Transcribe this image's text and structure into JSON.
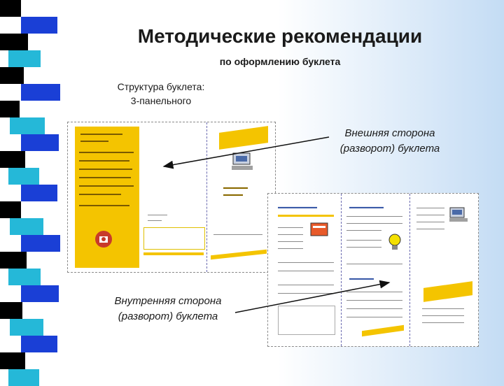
{
  "title": "Методические рекомендации",
  "subtitle": "по оформлению буклета",
  "structure": {
    "line1": "Структура буклета:",
    "line2": "3-панельного"
  },
  "labels": {
    "outer_line1": "Внешняя сторона",
    "outer_line2": "(разворот) буклета",
    "inner_line1": "Внутренняя сторона",
    "inner_line2": "(разворот) буклета"
  },
  "colors": {
    "strip_dark": "#000000",
    "strip_blue": "#1a3fd6",
    "strip_cyan": "#25b8d8",
    "booklet_yellow": "#f4c400",
    "heading_blue": "#3a5aa8"
  },
  "icons": [
    "phone-icon",
    "computer-icon",
    "book-icon",
    "lightbulb-icon"
  ]
}
